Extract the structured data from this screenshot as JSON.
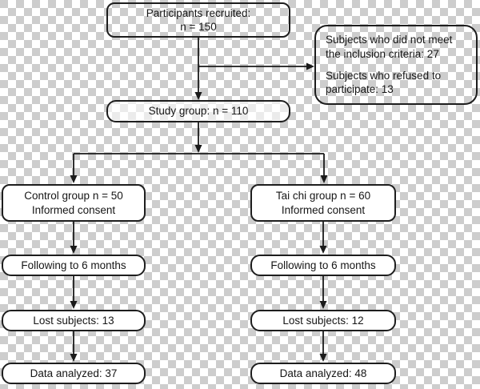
{
  "flowchart": {
    "recruited": {
      "line1": "Participants recruited:",
      "line2": "n = 150"
    },
    "excluded": {
      "para1": "Subjects who did not meet the inclusion criteria: 27",
      "para2": "Subjects who refused to participate: 13"
    },
    "study": {
      "label": "Study group: n = 110"
    },
    "control": {
      "line1": "Control group n = 50",
      "line2": "Informed consent"
    },
    "taichi": {
      "line1": "Tai chi group n = 60",
      "line2": "Informed consent"
    },
    "follow_left": {
      "label": "Following to 6 months"
    },
    "follow_right": {
      "label": "Following to 6 months"
    },
    "lost_left": {
      "label": "Lost subjects: 13"
    },
    "lost_right": {
      "label": "Lost subjects: 12"
    },
    "data_left": {
      "label": "Data analyzed: 37"
    },
    "data_right": {
      "label": "Data analyzed: 48"
    }
  },
  "colors": {
    "box_border": "#1e1e1e",
    "box_fill": "#ffffff",
    "line": "#1a1a1a",
    "text": "#161616",
    "checker_gray": "#cdcdcd",
    "checker_white": "#ffffff"
  }
}
